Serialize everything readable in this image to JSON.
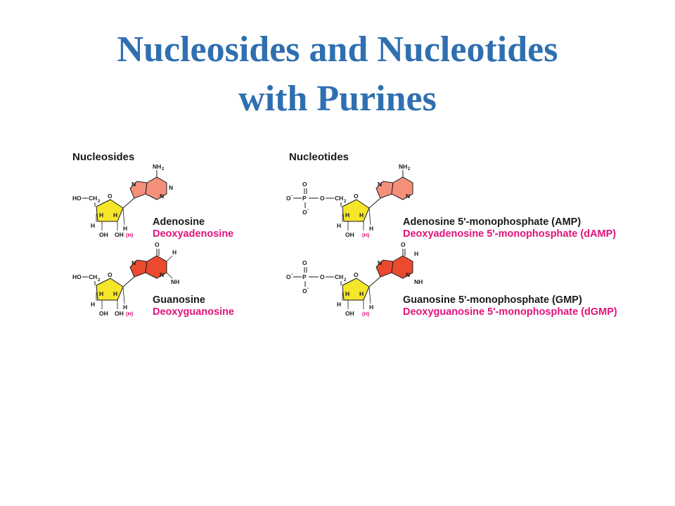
{
  "title": {
    "line1": "Nucleosides and Nucleotides",
    "line2": "with Purines"
  },
  "left_panel": {
    "heading": "Nucleosides",
    "molecules": [
      {
        "name": "Adenosine",
        "deoxy_name": "Deoxyadenosine"
      },
      {
        "name": "Guanosine",
        "deoxy_name": "Deoxyguanosine"
      }
    ]
  },
  "right_panel": {
    "heading": "Nucleotides",
    "molecules": [
      {
        "name": "Adenosine 5'-monophosphate (AMP)",
        "deoxy_name": "Deoxyadenosine 5'-monophosphate (dAMP)"
      },
      {
        "name": "Guanosine 5'-monophosphate (GMP)",
        "deoxy_name": "Deoxyguanosine 5'-monophosphate (dGMP)"
      }
    ]
  },
  "atom_labels": {
    "ho": "HO",
    "ch2": "CH",
    "sub2": "2",
    "h": "H",
    "oh": "OH",
    "deoxy_h": "(H)",
    "nh2": "NH",
    "o": "O",
    "o_minus": "O",
    "minus": "-",
    "p": "P",
    "n": "N"
  },
  "colors": {
    "title": "#2f6fb0",
    "ribose": "#f5e62a",
    "adenine_base": "#f4907a",
    "guanine_base": "#ec4a2e",
    "deoxy_text": "#e0147a"
  }
}
